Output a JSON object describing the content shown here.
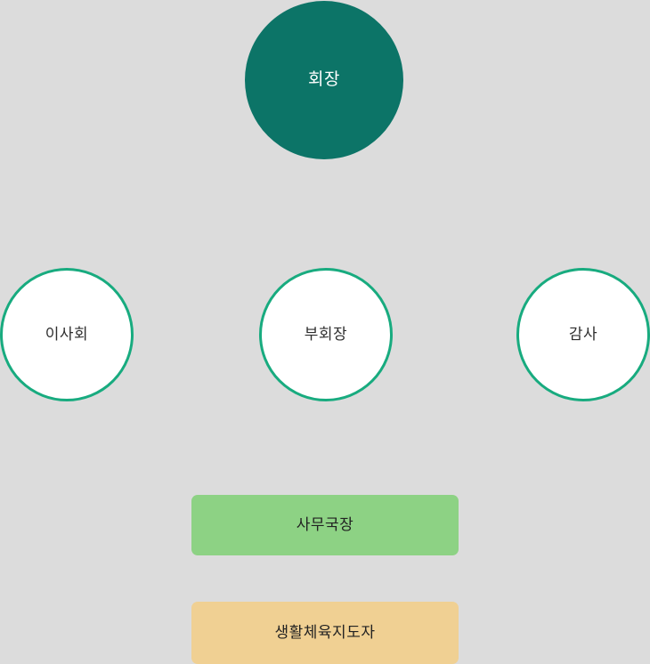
{
  "colors": {
    "background": "#dcdcdc",
    "chairman_fill": "#0c7467",
    "chairman_text": "#ffffff",
    "circle_border": "#18ab7f",
    "circle_fill": "#ffffff",
    "secretary_fill": "#8dd284",
    "leader_fill": "#f0d093",
    "dark_text": "#2e2e2e"
  },
  "nodes": {
    "chairman": {
      "label": "회장"
    },
    "board": {
      "label": "이사회"
    },
    "vice_chairman": {
      "label": "부회장"
    },
    "auditor": {
      "label": "감사"
    },
    "secretary_general": {
      "label": "사무국장"
    },
    "sports_leader": {
      "label": "생활체육지도자"
    }
  }
}
